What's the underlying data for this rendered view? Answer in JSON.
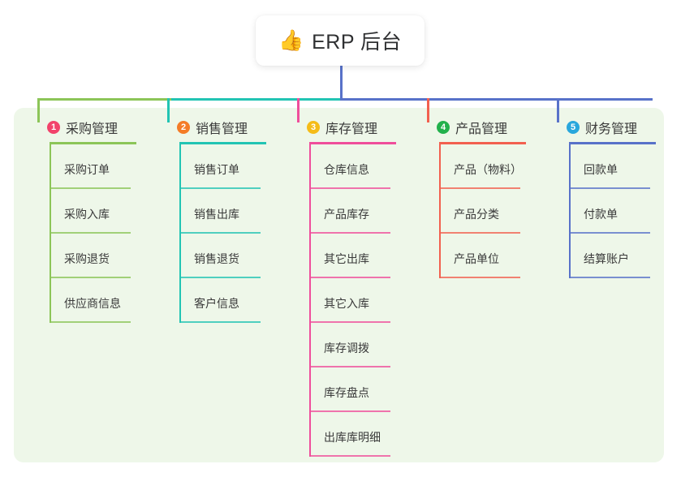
{
  "root": {
    "icon": "thumbs-up-icon",
    "emoji": "👍",
    "title": "ERP 后台"
  },
  "panel": {
    "background": "#eef7e9"
  },
  "bus": {
    "segments": [
      {
        "name": "bus-segment-left",
        "color": "#8cc558"
      },
      {
        "name": "bus-segment-middle",
        "color": "#22c4b3"
      },
      {
        "name": "bus-segment-right",
        "color": "#5872c9"
      }
    ],
    "root_drop_color": "#5872c9"
  },
  "columns": [
    {
      "number": "1",
      "title": "采购管理",
      "badge_color": "#f2436b",
      "line_color": "#8cc558",
      "items": [
        "采购订单",
        "采购入库",
        "采购退货",
        "供应商信息"
      ]
    },
    {
      "number": "2",
      "title": "销售管理",
      "badge_color": "#f47c27",
      "line_color": "#22c4b3",
      "items": [
        "销售订单",
        "销售出库",
        "销售退货",
        "客户信息"
      ]
    },
    {
      "number": "3",
      "title": "库存管理",
      "badge_color": "#f5bc18",
      "line_color": "#ef4e9b",
      "items": [
        "仓库信息",
        "产品库存",
        "其它出库",
        "其它入库",
        "库存调拨",
        "库存盘点",
        "出库库明细"
      ]
    },
    {
      "number": "4",
      "title": "产品管理",
      "badge_color": "#22b14c",
      "line_color": "#f2604f",
      "items": [
        "产品（物料）",
        "产品分类",
        "产品单位"
      ]
    },
    {
      "number": "5",
      "title": "财务管理",
      "badge_color": "#29a7dc",
      "line_color": "#5872c9",
      "items": [
        "回款单",
        "付款单",
        "结算账户"
      ]
    }
  ]
}
